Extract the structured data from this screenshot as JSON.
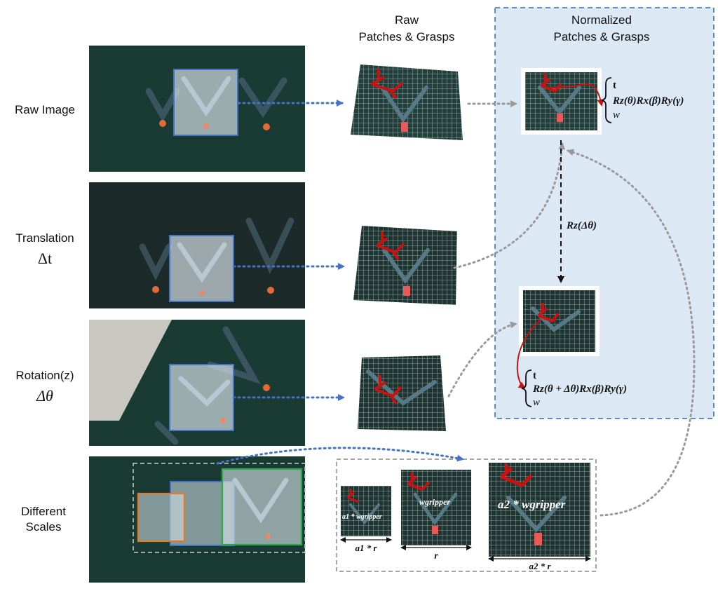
{
  "headers": {
    "raw_line1": "Raw",
    "raw_line2": "Patches & Grasps",
    "norm_line1": "Normalized",
    "norm_line2": "Patches & Grasps"
  },
  "rows": {
    "raw_image": "Raw Image",
    "translation": "Translation",
    "translation_sym": "Δt",
    "rotation": "Rotation(z)",
    "rotation_sym": "Δθ",
    "scales_line1": "Different",
    "scales_line2": "Scales"
  },
  "equations": {
    "top_t": "t",
    "top_rot": "Rz(θ)Rx(β)Ry(γ)",
    "top_w": "w",
    "delta": "Rz(Δθ)",
    "bot_t": "t",
    "bot_rot": "Rz(θ + Δθ)Rx(β)Ry(γ)",
    "bot_w": "w"
  },
  "scales": {
    "small_label": "a1 * wgripper",
    "mid_label": "wgripper",
    "large_label": "a2 * wgripper",
    "small_dim": "a1 * r",
    "mid_dim": "r",
    "large_dim": "a2 * r"
  },
  "colors": {
    "photo_bg": "#1a3a34",
    "clip": "#3a5560",
    "grasp": "#cc1111",
    "blue_arrow": "#4472c4",
    "gray_arrow": "#999999",
    "panel_bg": "#dce9f5",
    "panel_border": "#2e6db4",
    "orange": "#e07a2a",
    "green": "#2aa84a"
  }
}
